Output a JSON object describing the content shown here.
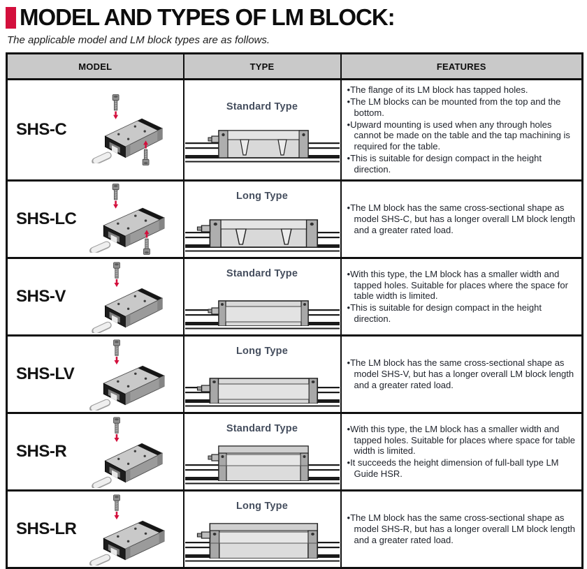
{
  "page": {
    "title": "MODEL AND TYPES OF LM BLOCK:",
    "subtitle": "The applicable model and LM block types are as follows."
  },
  "colors": {
    "accent_red": "#d30f3c",
    "header_bg": "#c9c9c9",
    "table_border": "#101010",
    "type_label": "#454e5e"
  },
  "table": {
    "headers": [
      "MODEL",
      "TYPE",
      "FEATURES"
    ],
    "rows": [
      {
        "model": "SHS-C",
        "type": "Standard Type",
        "model_illustration": "iso-lm-block-bolts-top-and-bottom",
        "type_illustration": "side-view-flange-block-standard-on-rail",
        "features": [
          "The flange of its LM block has tapped holes.",
          "The LM blocks can be mounted from the top and the bottom.",
          "Upward mounting is used when any through holes cannot be made on the table and the tap machining is required for the table.",
          "This is suitable for design compact in the height direction."
        ]
      },
      {
        "model": "SHS-LC",
        "type": "Long Type",
        "model_illustration": "iso-lm-block-bolts-top-and-bottom",
        "type_illustration": "side-view-flange-block-long-on-rail",
        "features": [
          "The LM block has the same cross-sectional shape as model SHS-C, but has a longer overall LM block length and a greater rated load."
        ]
      },
      {
        "model": "SHS-V",
        "type": "Standard Type",
        "model_illustration": "iso-lm-block-bolt-top",
        "type_illustration": "side-view-compact-block-standard-on-rail",
        "features": [
          "With this type, the LM block has a smaller width and tapped holes. Suitable for places where the space for table width is limited.",
          "This is suitable for design compact in the height direction."
        ]
      },
      {
        "model": "SHS-LV",
        "type": "Long Type",
        "model_illustration": "iso-lm-block-bolt-top",
        "type_illustration": "side-view-compact-block-long-on-rail",
        "features": [
          "The LM block has the same cross-sectional shape as model SHS-V, but has a longer overall LM block length and a greater rated load."
        ]
      },
      {
        "model": "SHS-R",
        "type": "Standard Type",
        "model_illustration": "iso-lm-block-bolt-top",
        "type_illustration": "side-view-tall-block-standard-on-rail",
        "features": [
          "With this type, the LM block has a smaller width and tapped holes. Suitable for places where space for table width is limited.",
          "It succeeds the height dimension of full-ball type LM Guide HSR."
        ]
      },
      {
        "model": "SHS-LR",
        "type": "Long Type",
        "model_illustration": "iso-lm-block-bolt-top",
        "type_illustration": "side-view-tall-block-long-on-rail",
        "features": [
          "The LM block has the same cross-sectional shape as model SHS-R, but has a longer overall LM block length and a greater rated load."
        ]
      }
    ]
  }
}
